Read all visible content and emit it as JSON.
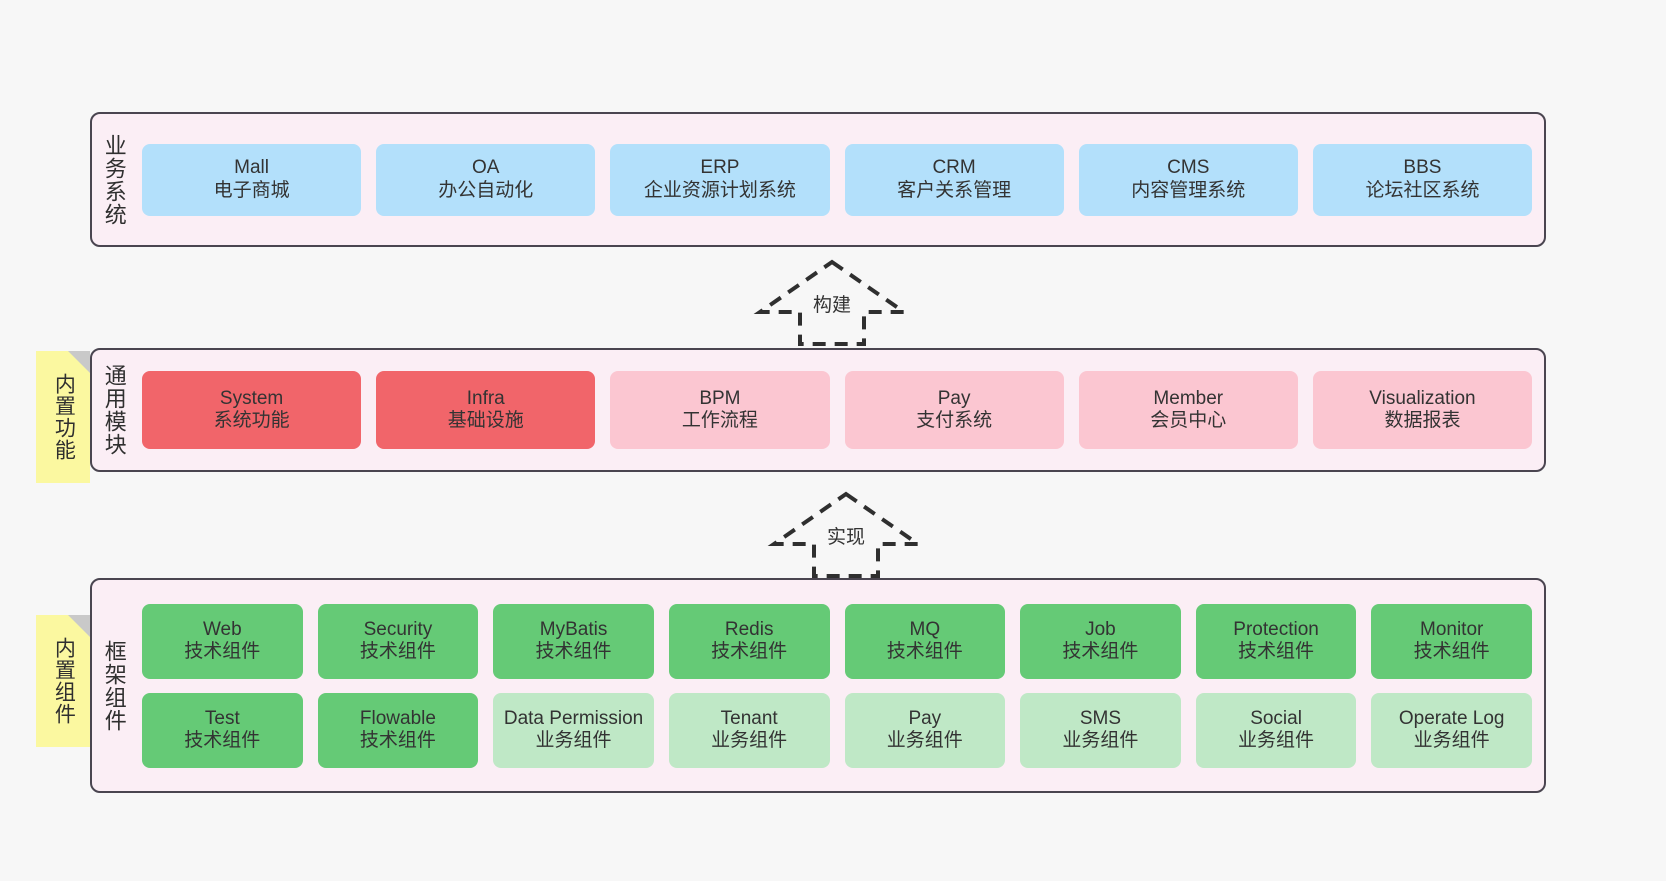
{
  "layers": [
    {
      "id": "business",
      "title": "业务系统",
      "rows": [
        {
          "cards": [
            {
              "en": "Mall",
              "cn": "电子商城",
              "color": "blue"
            },
            {
              "en": "OA",
              "cn": "办公自动化",
              "color": "blue"
            },
            {
              "en": "ERP",
              "cn": "企业资源计划系统",
              "color": "blue"
            },
            {
              "en": "CRM",
              "cn": "客户关系管理",
              "color": "blue"
            },
            {
              "en": "CMS",
              "cn": "内容管理系统",
              "color": "blue"
            },
            {
              "en": "BBS",
              "cn": "论坛社区系统",
              "color": "blue"
            }
          ]
        }
      ]
    },
    {
      "id": "common",
      "title": "通用模块",
      "rows": [
        {
          "cards": [
            {
              "en": "System",
              "cn": "系统功能",
              "color": "red"
            },
            {
              "en": "Infra",
              "cn": "基础设施",
              "color": "red"
            },
            {
              "en": "BPM",
              "cn": "工作流程",
              "color": "pink"
            },
            {
              "en": "Pay",
              "cn": "支付系统",
              "color": "pink"
            },
            {
              "en": "Member",
              "cn": "会员中心",
              "color": "pink"
            },
            {
              "en": "Visualization",
              "cn": "数据报表",
              "color": "pink"
            }
          ]
        }
      ]
    },
    {
      "id": "frame",
      "title": "框架组件",
      "rows": [
        {
          "cards": [
            {
              "en": "Web",
              "cn": "技术组件",
              "color": "green"
            },
            {
              "en": "Security",
              "cn": "技术组件",
              "color": "green"
            },
            {
              "en": "MyBatis",
              "cn": "技术组件",
              "color": "green"
            },
            {
              "en": "Redis",
              "cn": "技术组件",
              "color": "green"
            },
            {
              "en": "MQ",
              "cn": "技术组件",
              "color": "green"
            },
            {
              "en": "Job",
              "cn": "技术组件",
              "color": "green"
            },
            {
              "en": "Protection",
              "cn": "技术组件",
              "color": "green"
            },
            {
              "en": "Monitor",
              "cn": "技术组件",
              "color": "green"
            }
          ]
        },
        {
          "cards": [
            {
              "en": "Test",
              "cn": "技术组件",
              "color": "green"
            },
            {
              "en": "Flowable",
              "cn": "技术组件",
              "color": "green"
            },
            {
              "en": "Data Permission",
              "cn": "业务组件",
              "color": "green-light"
            },
            {
              "en": "Tenant",
              "cn": "业务组件",
              "color": "green-light"
            },
            {
              "en": "Pay",
              "cn": "业务组件",
              "color": "green-light"
            },
            {
              "en": "SMS",
              "cn": "业务组件",
              "color": "green-light"
            },
            {
              "en": "Social",
              "cn": "业务组件",
              "color": "green-light"
            },
            {
              "en": "Operate Log",
              "cn": "业务组件",
              "color": "green-light"
            }
          ]
        }
      ]
    }
  ],
  "sticky_notes": [
    {
      "id": "common",
      "label": "内置功能"
    },
    {
      "id": "frame",
      "label": "内置组件"
    }
  ],
  "arrows": [
    {
      "id": "build",
      "label": "构建"
    },
    {
      "id": "impl",
      "label": "实现"
    }
  ],
  "colors": {
    "canvas_bg": "#f7f7f7",
    "layer_bg": "#fbeef5",
    "layer_border": "#4a4550",
    "blue": "#b3e0fb",
    "red": "#f1656a",
    "pink": "#fbc6d1",
    "green": "#65ca76",
    "green_light": "#bfe8c6",
    "sticky": "#fbf8a0",
    "sticky_fold": "#c9c9c9",
    "text": "#333333"
  }
}
